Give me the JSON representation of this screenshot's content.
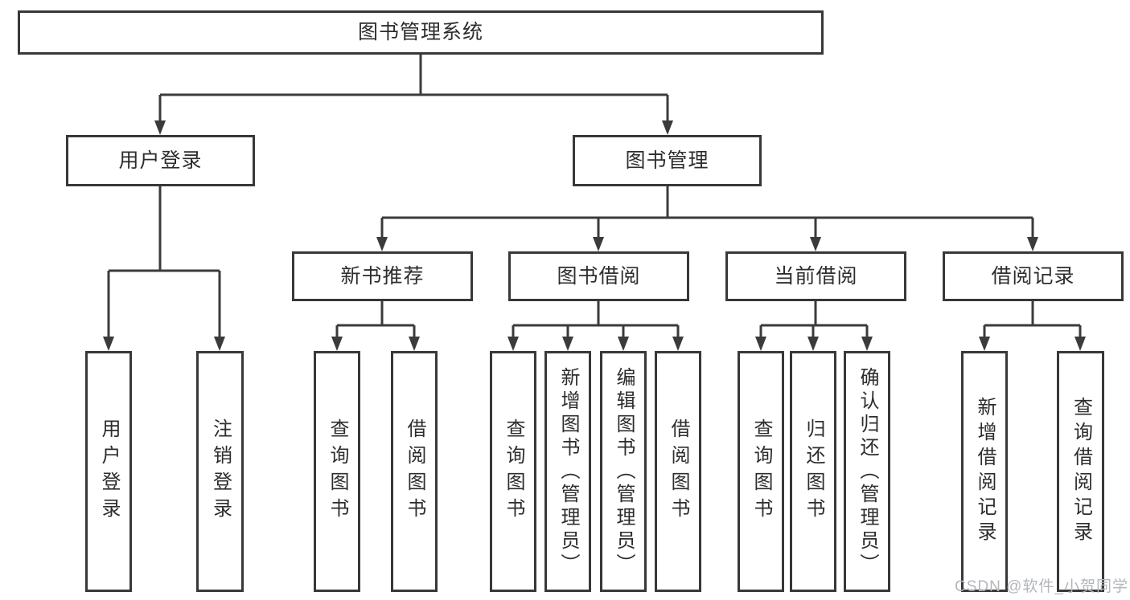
{
  "tree": {
    "root": "图书管理系统",
    "branches": [
      {
        "label": "用户登录",
        "children": [
          "用户登录",
          "注销登录"
        ]
      },
      {
        "label": "图书管理",
        "sections": [
          {
            "label": "新书推荐",
            "children": [
              "查询图书",
              "借阅图书"
            ]
          },
          {
            "label": "图书借阅",
            "children": [
              "查询图书",
              "新增图书（管理员）",
              "编辑图书（管理员）",
              "借阅图书"
            ]
          },
          {
            "label": "当前借阅",
            "children": [
              "查询图书",
              "归还图书",
              "确认归还（管理员）"
            ]
          },
          {
            "label": "借阅记录",
            "children": [
              "新增借阅记录",
              "查询借阅记录"
            ]
          }
        ]
      }
    ]
  },
  "watermark": {
    "text": "CSDN @软件_小贺同学"
  },
  "colors": {
    "line": "#3b3b3b",
    "box_border": "#383838",
    "text": "#2d2d2d",
    "watermark": "#b3b6ba",
    "background": "#ffffff"
  }
}
